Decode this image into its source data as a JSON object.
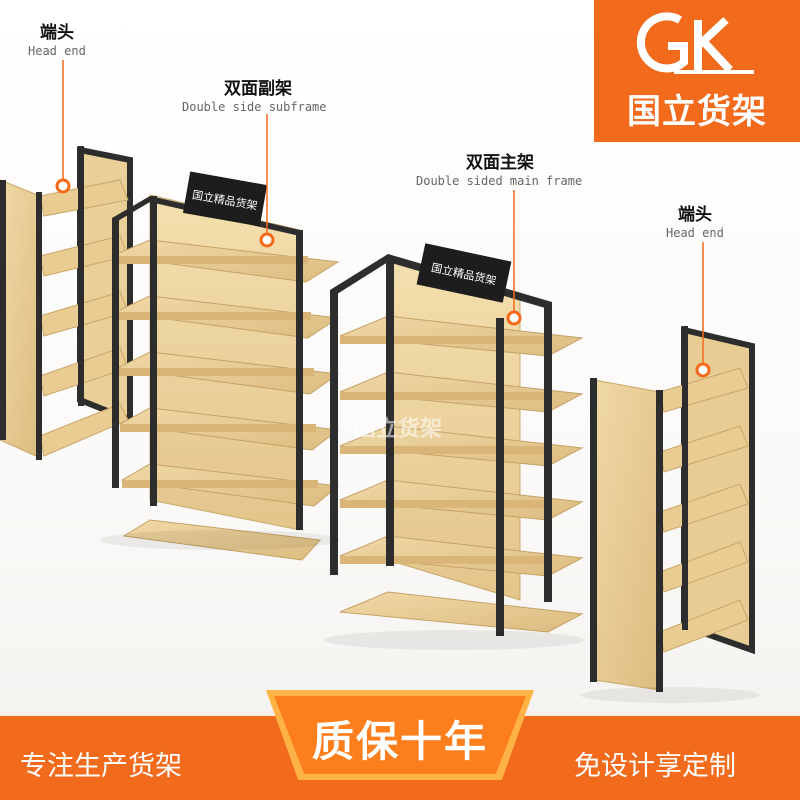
{
  "logo": {
    "mark": "GK",
    "name": "国立货架"
  },
  "callouts": {
    "end_left": {
      "zh": "端头",
      "en": "Head end"
    },
    "subframe": {
      "zh": "双面副架",
      "en": "Double side subframe"
    },
    "main_frame": {
      "zh": "双面主架",
      "en": "Double sided main frame"
    },
    "end_right": {
      "zh": "端头",
      "en": "Head end"
    }
  },
  "signs": {
    "subframe_sign": "国立精品货架",
    "main_sign": "国立精品货架"
  },
  "watermark": "国立货架",
  "banner": {
    "left": "专注生产货架",
    "center": "质保十年",
    "right": "免设计享定制"
  },
  "colors": {
    "brand_orange": "#f26a1b",
    "accent_orange": "#ffb347",
    "wood": "#e6c98f",
    "steel": "#2d2d2d"
  }
}
